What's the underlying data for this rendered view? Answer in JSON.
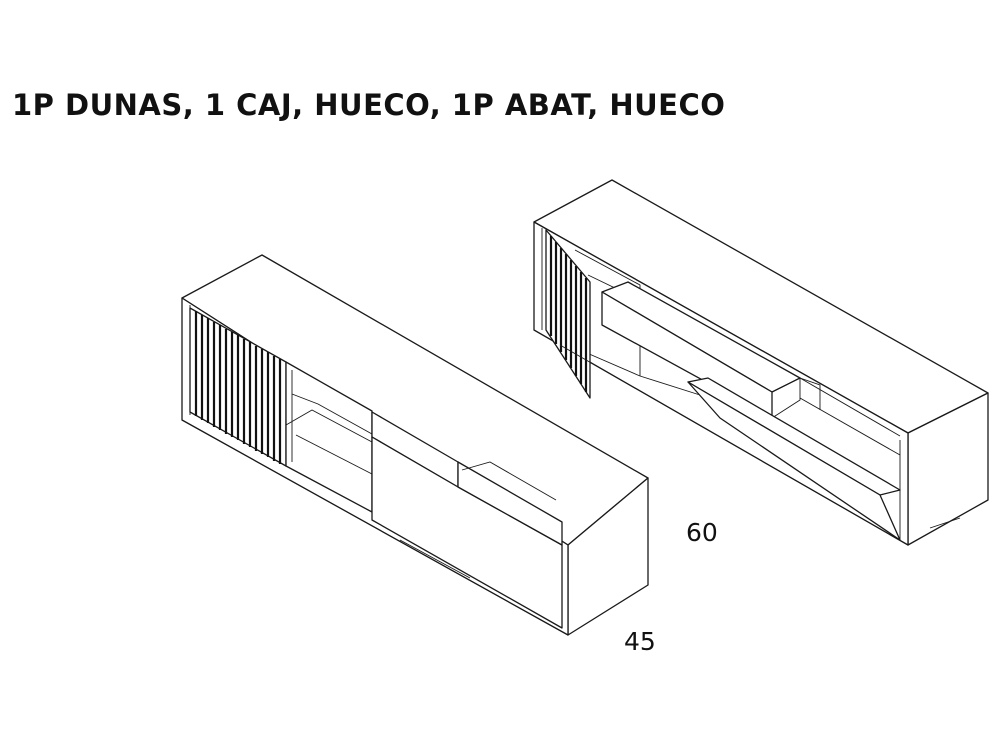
{
  "title": "1P DUNAS, 1 CAJ, HUECO, 1P ABAT, HUECO",
  "dimensions": {
    "height": "60",
    "depth": "45"
  }
}
